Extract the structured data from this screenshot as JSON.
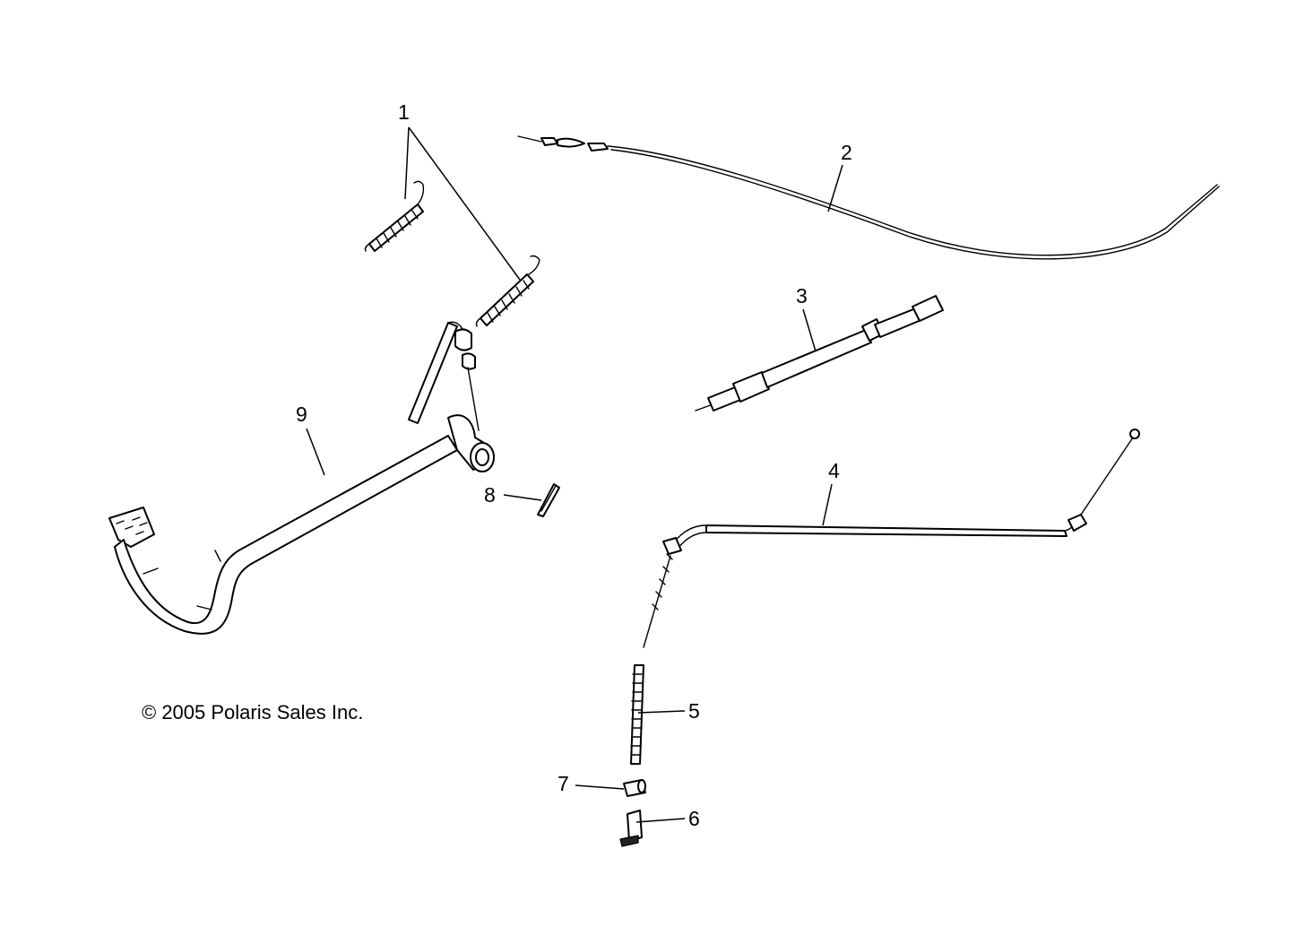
{
  "copyright": "© 2005 Polaris Sales Inc.",
  "callouts": [
    "1",
    "2",
    "3",
    "4",
    "5",
    "6",
    "7",
    "8",
    "9"
  ],
  "colors": {
    "line": "#000000",
    "background": "#ffffff"
  }
}
